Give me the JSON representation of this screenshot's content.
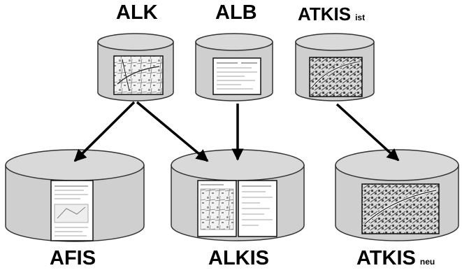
{
  "diagram": {
    "sources": [
      {
        "id": "alk",
        "name": "ALK",
        "suffix": ""
      },
      {
        "id": "alb",
        "name": "ALB",
        "suffix": ""
      },
      {
        "id": "atkis-ist",
        "name": "ATKIS",
        "suffix": "ist"
      }
    ],
    "targets": [
      {
        "id": "afis",
        "name": "AFIS",
        "suffix": ""
      },
      {
        "id": "alkis",
        "name": "ALKIS",
        "suffix": ""
      },
      {
        "id": "atkis-neu",
        "name": "ATKIS",
        "suffix": "neu"
      }
    ],
    "arrows": [
      {
        "from": "ALK",
        "to": "AFIS"
      },
      {
        "from": "ALK",
        "to": "ALKIS"
      },
      {
        "from": "ALB",
        "to": "ALKIS"
      },
      {
        "from": "ATKIS ist",
        "to": "ATKIS neu"
      }
    ],
    "colors": {
      "cylinder_fill": "#cfcfcf",
      "cylinder_stroke": "#333333",
      "arrow": "#000000",
      "label": "#000000"
    }
  }
}
